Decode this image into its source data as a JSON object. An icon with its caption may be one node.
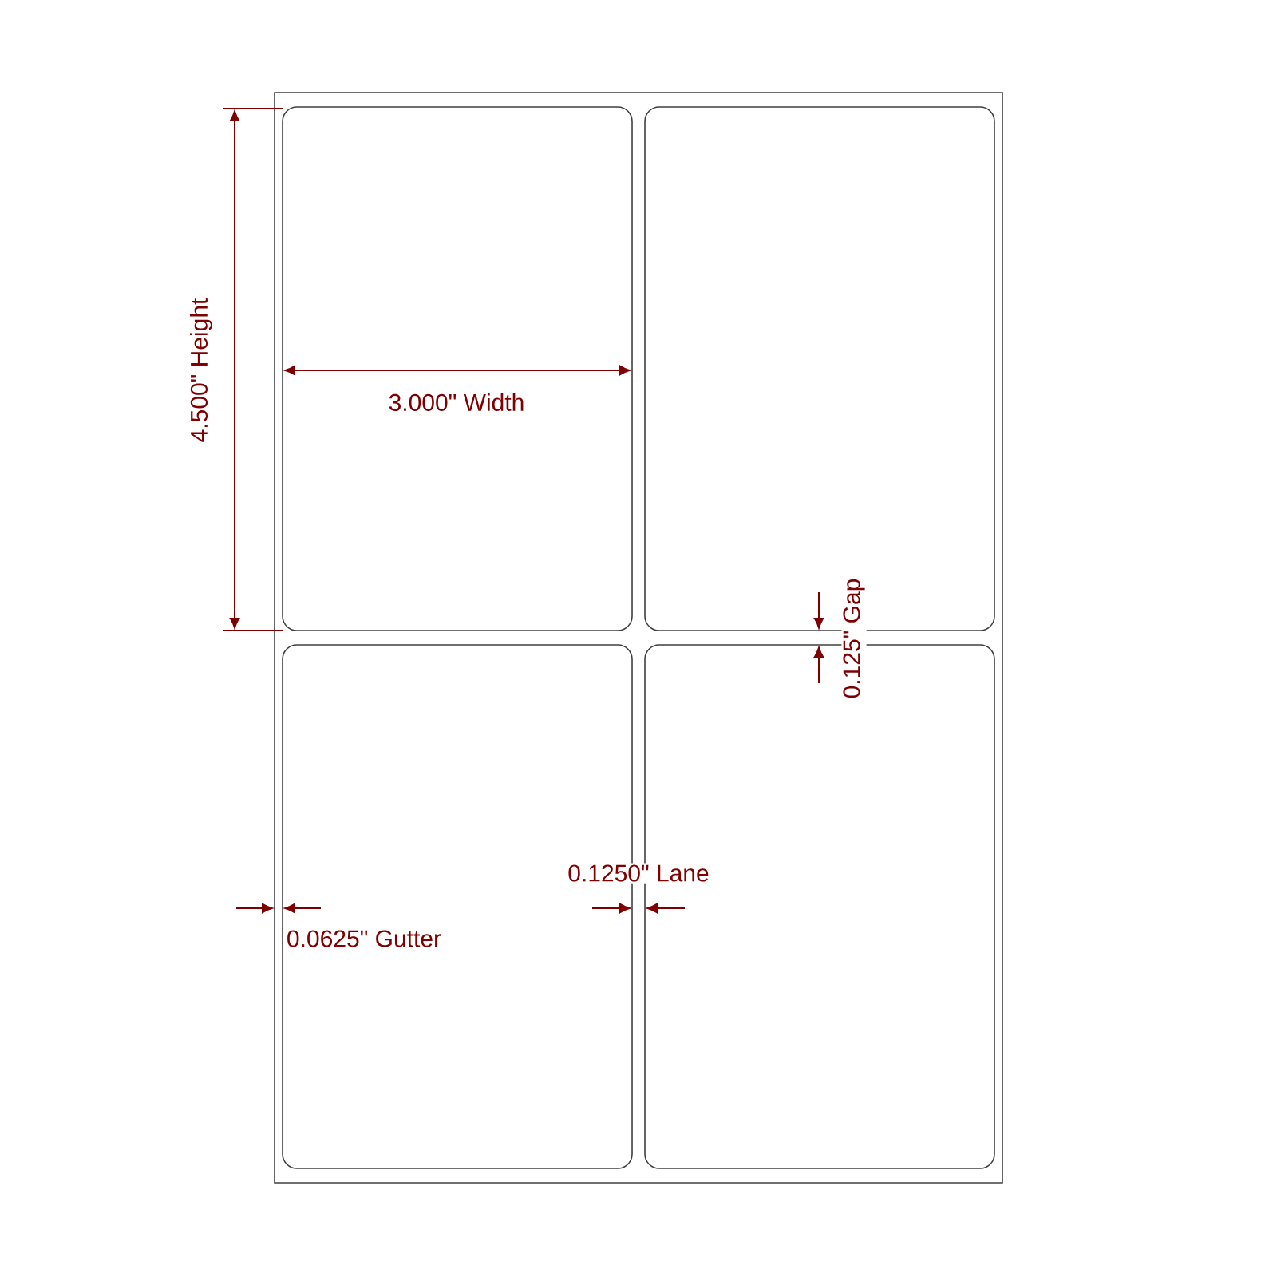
{
  "diagram": {
    "nodes": [
      {
        "text": [],
        "shape": "box"
      },
      {
        "text": [],
        "shape": "box",
        "in": 0
      },
      {
        "text": [],
        "shape": "box",
        "in": 0
      },
      {
        "text": [],
        "shape": "box",
        "in": 0
      },
      {
        "text": [],
        "shape": "box",
        "in": 0
      }
    ],
    "edges": [],
    "labels": [
      "4.500\" Height",
      "3.000\" Width",
      "0.125\" Gap",
      "0.1250\" Lane",
      "0.0625\" Gutter"
    ]
  }
}
